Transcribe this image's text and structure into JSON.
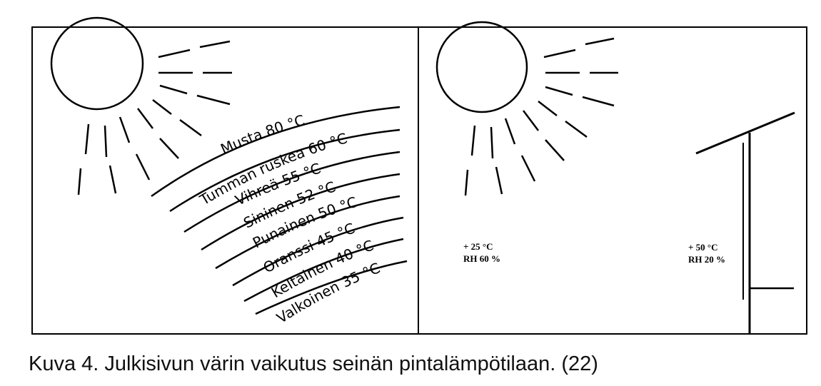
{
  "caption": "Kuva 4. Julkisivun värin vaikutus seinän pintalämpötilaan. (22)",
  "left_panel": {
    "color_temperatures": [
      {
        "label": "Musta 80 °C",
        "color": "Musta",
        "temperature_c": 80
      },
      {
        "label": "Tumman ruskea 60 °C",
        "color": "Tumman ruskea",
        "temperature_c": 60
      },
      {
        "label": "Vihreä 55 °C",
        "color": "Vihreä",
        "temperature_c": 55
      },
      {
        "label": "Sininen 52 °C",
        "color": "Sininen",
        "temperature_c": 52
      },
      {
        "label": "Punainen 50 °C",
        "color": "Punainen",
        "temperature_c": 50
      },
      {
        "label": "Oranssi 45 °C",
        "color": "Oranssi",
        "temperature_c": 45
      },
      {
        "label": "Keltainen 40 °C",
        "color": "Keltainen",
        "temperature_c": 40
      },
      {
        "label": "Valkoinen 35 °C",
        "color": "Valkoinen",
        "temperature_c": 35
      }
    ]
  },
  "right_panel": {
    "outside": {
      "temp": "+ 25 °C",
      "rh": "RH 60 %"
    },
    "wall_surface": {
      "temp": "+ 50 °C",
      "rh": "RH 20 %"
    }
  }
}
